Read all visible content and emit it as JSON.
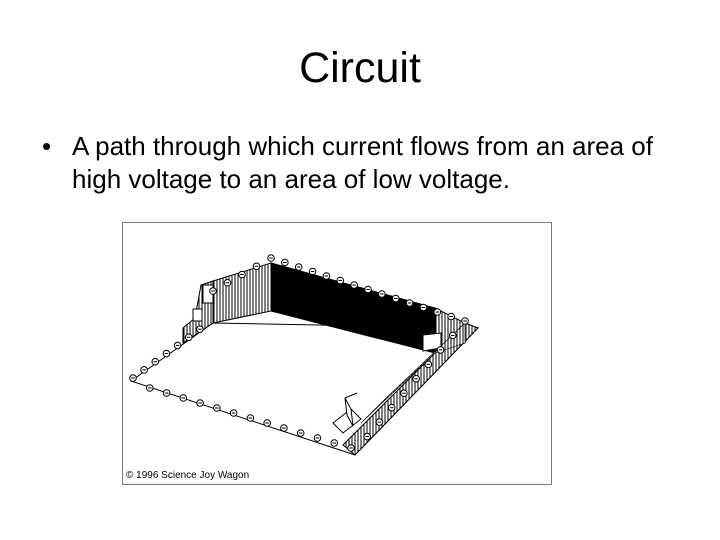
{
  "slide": {
    "title": "Circuit",
    "bullets": [
      {
        "mark": "•",
        "text": "A path through which current flows from an area of high voltage to an area of low voltage."
      }
    ]
  },
  "figure": {
    "copyright": "© 1996 Science Joy Wagon",
    "charge_symbol": "-",
    "colors": {
      "wall_dark": "#000000",
      "stroke": "#000000"
    }
  }
}
